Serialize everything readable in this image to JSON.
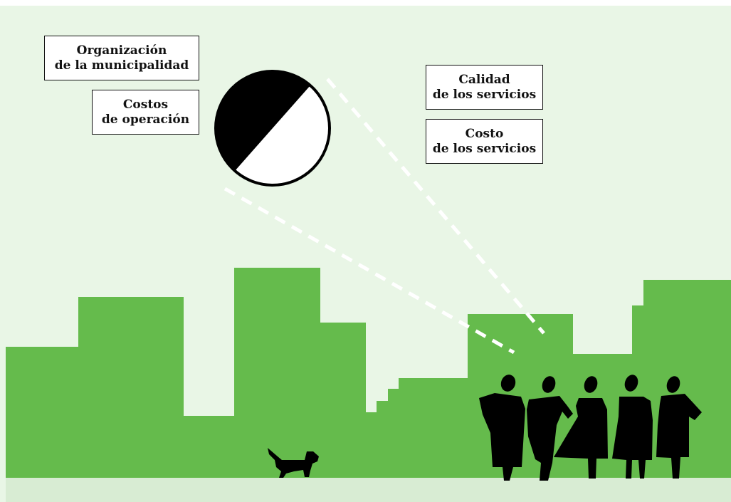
{
  "colors": {
    "sky": "#e9f6e6",
    "buildings": "#65bb4c",
    "ground": "#d8ecd3",
    "ink": "#000000",
    "beam": "#ffffff"
  },
  "labels": {
    "organizacion": [
      "Organización",
      "de la municipalidad"
    ],
    "costos_operacion": [
      "Costos",
      "de operación"
    ],
    "calidad_servicios": [
      "Calidad",
      "de los servicios"
    ],
    "costo_servicios": [
      "Costo",
      "de los servicios"
    ]
  },
  "disc": {
    "colors": [
      "black",
      "white"
    ]
  },
  "figures": {
    "people_count": 5,
    "animal": "dog"
  }
}
